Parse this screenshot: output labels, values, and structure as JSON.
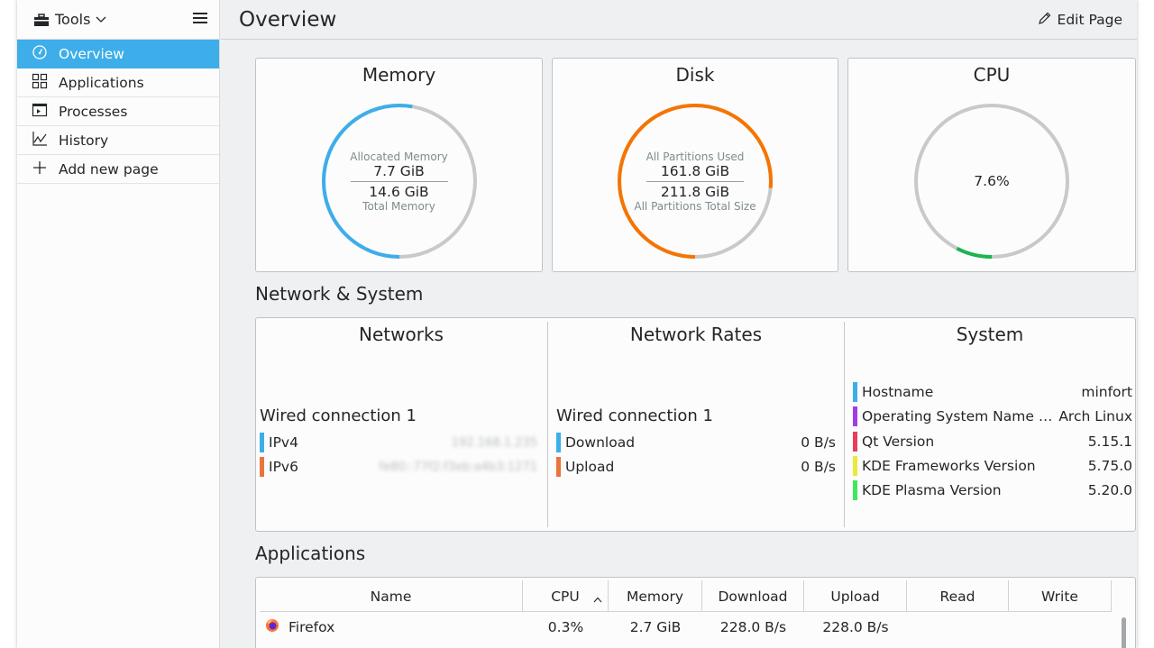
{
  "sidebar": {
    "tools_label": "Tools",
    "items": [
      {
        "label": "Overview",
        "icon": "speedometer-icon",
        "active": true
      },
      {
        "label": "Applications",
        "icon": "grid-icon",
        "active": false
      },
      {
        "label": "Processes",
        "icon": "terminal-window-icon",
        "active": false
      },
      {
        "label": "History",
        "icon": "line-chart-icon",
        "active": false
      },
      {
        "label": "Add new page",
        "icon": "plus-icon",
        "active": false
      }
    ]
  },
  "header": {
    "title": "Overview",
    "edit_page_label": "Edit Page"
  },
  "cards": {
    "memory": {
      "title": "Memory",
      "top_label": "Allocated Memory",
      "used": "7.7 GiB",
      "total": "14.6 GiB",
      "bottom_label": "Total Memory",
      "fraction": 0.527,
      "color": "#3daee9"
    },
    "disk": {
      "title": "Disk",
      "top_label": "All Partitions Used",
      "used": "161.8 GiB",
      "total": "211.8 GiB",
      "bottom_label": "All Partitions Total Size",
      "fraction": 0.764,
      "color": "#f67400"
    },
    "cpu": {
      "title": "CPU",
      "value": "7.6%",
      "fraction": 0.076,
      "color": "#1cb44f"
    }
  },
  "network_system": {
    "section_title": "Network & System",
    "networks": {
      "title": "Networks",
      "connection": "Wired connection 1",
      "rows": [
        {
          "label": "IPv4",
          "value": "192.168.1.235",
          "color": "#3daee9"
        },
        {
          "label": "IPv6",
          "value": "fe80::77f2:f3eb:a4b3:1271",
          "color": "#e9743d"
        }
      ]
    },
    "rates": {
      "title": "Network Rates",
      "connection": "Wired connection 1",
      "rows": [
        {
          "label": "Download",
          "value": "0 B/s",
          "color": "#3daee9"
        },
        {
          "label": "Upload",
          "value": "0 B/s",
          "color": "#e9743d"
        }
      ]
    },
    "system": {
      "title": "System",
      "rows": [
        {
          "label": "Hostname",
          "value": "minfort",
          "color": "#3daee9"
        },
        {
          "label": "Operating System Name an...",
          "value": "Arch Linux",
          "color": "#a03de9"
        },
        {
          "label": "Qt Version",
          "value": "5.15.1",
          "color": "#e93d58"
        },
        {
          "label": "KDE Frameworks Version",
          "value": "5.75.0",
          "color": "#e9e93d"
        },
        {
          "label": "KDE Plasma Version",
          "value": "5.20.0",
          "color": "#3de95b"
        }
      ]
    }
  },
  "applications": {
    "section_title": "Applications",
    "columns": [
      "Name",
      "CPU",
      "Memory",
      "Download",
      "Upload",
      "Read",
      "Write"
    ],
    "rows": [
      {
        "name": "Firefox",
        "icon": "firefox-icon",
        "cpu": "0.3%",
        "memory": "2.7 GiB",
        "download": "228.0 B/s",
        "upload": "228.0 B/s",
        "read": "",
        "write": ""
      }
    ]
  }
}
